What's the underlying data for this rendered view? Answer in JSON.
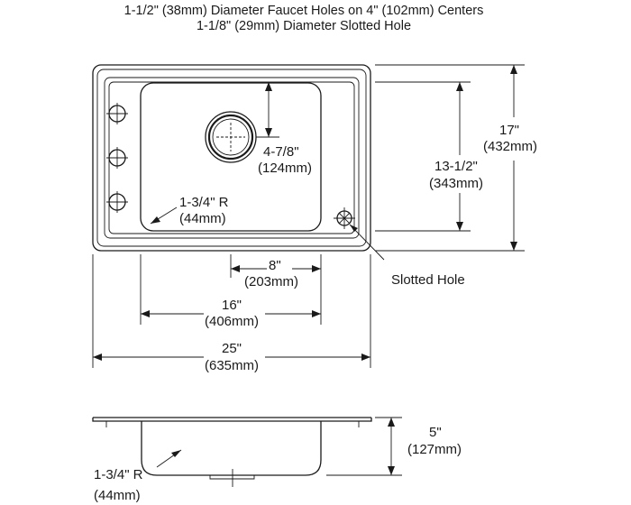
{
  "header": {
    "line1": "1-1/2\" (38mm) Diameter Faucet Holes on 4\" (102mm) Centers",
    "line2": "1-1/8\" (29mm) Diameter Slotted Hole"
  },
  "dims": {
    "height_in": "17\"",
    "height_mm": "(432mm)",
    "bowl_len_in": "13-1/2\"",
    "bowl_len_mm": "(343mm)",
    "drain_in": "4-7/8\"",
    "drain_mm": "(124mm)",
    "corner_in": "1-3/4\" R",
    "corner_mm": "(44mm)",
    "drain_offset_in": "8\"",
    "drain_offset_mm": "(203mm)",
    "bowl_width_in": "16\"",
    "bowl_width_mm": "(406mm)",
    "overall_width_in": "25\"",
    "overall_width_mm": "(635mm)",
    "depth_in": "5\"",
    "depth_mm": "(127mm)",
    "side_corner_in": "1-3/4\" R",
    "side_corner_mm": "(44mm)"
  },
  "labels": {
    "slotted_hole": "Slotted Hole"
  }
}
